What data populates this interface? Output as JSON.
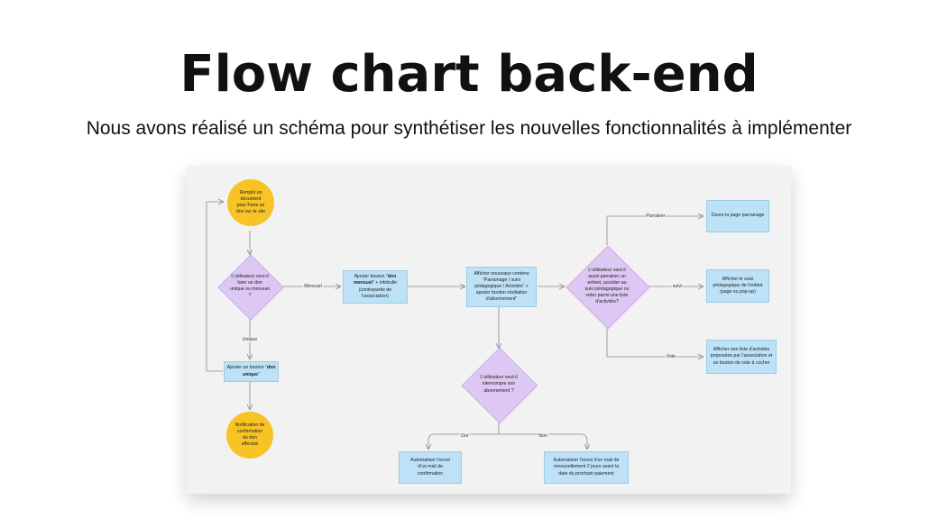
{
  "title": "Flow chart back-end",
  "subtitle": "Nous avons réalisé un schéma pour synthétiser les nouvelles fonctionnalités à implémenter",
  "nodes": {
    "start": "Remplir un document pour Faire un don sur le site",
    "decision_type": "L'utilisateur veut-il faire un don unique ou mensuel ?",
    "add_monthly_pre": "Ajouter bouton \"",
    "add_monthly_bold": "don mensuel",
    "add_monthly_post": "\" + infobulle (contrepartie de l'association)",
    "show_content": "Afficher nouveaux contenu \"Parrainage / suivi pédagogique / Activités\" + ajouter bouton résiliation d'abonnement\"",
    "decision_activity": "L'utilisateur veut-il aussi parrainer un enfant, accéder au suivi pédagogique ou voter parmi une liste d'activités?",
    "open_sponsor": "Ouvre la page parrainage",
    "show_followup": "Afficher le suivi pédagogique de l'enfant (page ou pop-up)",
    "show_activities": "Afficher une liste d'activités proposées par l'association et un bouton de vote à cocher",
    "add_single_pre": "Ajouter un bouton \"",
    "add_single_bold": "don unique",
    "add_single_post": "\"",
    "notify": "Notification de confirmation du don effectué",
    "decision_cancel": "L'utilisateur veut-il interrompre son abonnement ?",
    "confirm_mail": "Automatiser l'envoi d'un mail de confirmation",
    "renew_mail": "Automatiser l'envoi d'un mail de renouvellement 2 jours avant la date du prochain paiement"
  },
  "edges": {
    "mensuel": "Mensuel",
    "unique": "Unique",
    "parrainer": "Parrainer",
    "suivi": "suivi",
    "vote": "Vote",
    "oui": "Oui",
    "non": "Non"
  },
  "colors": {
    "terminal": "#f7c325",
    "process": "#bde2f7",
    "decision": "#ddc8f3",
    "line": "#8a8a8a"
  }
}
